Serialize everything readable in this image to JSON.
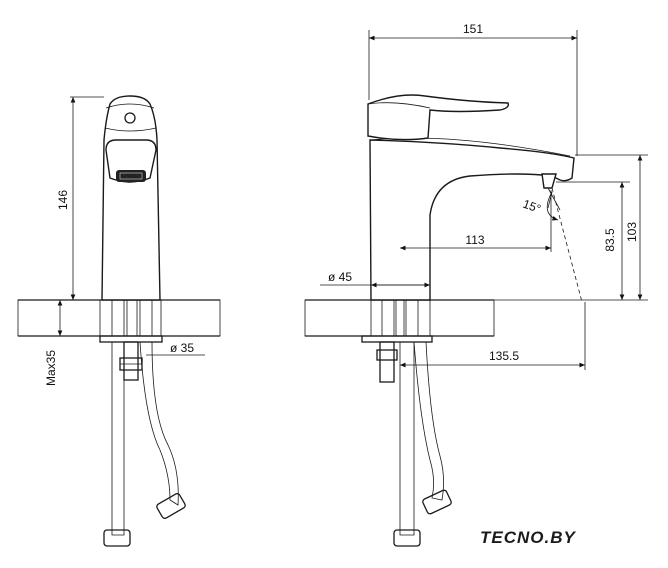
{
  "front_view": {
    "height": "146",
    "max_thickness": "Max35",
    "hole_diameter": "ø 35"
  },
  "side_view": {
    "total_length": "151",
    "reach": "113",
    "base_diameter": "ø 45",
    "spout_height": "83.5",
    "outlet_height": "103",
    "hose_offset": "135.5",
    "swivel_angle": "15°"
  },
  "watermark": "TECNO.BY"
}
